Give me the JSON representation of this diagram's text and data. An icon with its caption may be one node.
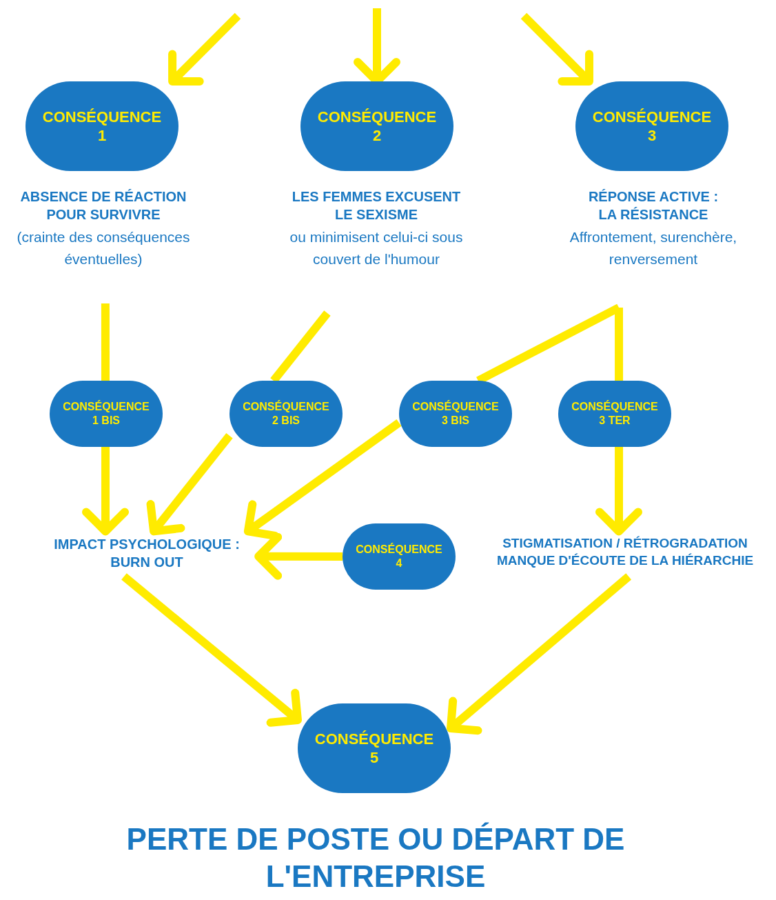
{
  "diagram": {
    "nodes": [
      {
        "text": [
          "CONSÉQUENCE",
          "1"
        ]
      },
      {
        "text": [
          "CONSÉQUENCE",
          "2"
        ]
      },
      {
        "text": [
          "CONSÉQUENCE",
          "3"
        ]
      },
      {
        "text": [
          "ABSENCE DE RÉACTION POUR SURVIVRE",
          "(crainte des conséquences éventuelles)"
        ]
      },
      {
        "text": [
          "LES FEMMES EXCUSENT LE SEXISME",
          "ou minimisent celui-ci sous couvert de l'humour"
        ]
      },
      {
        "text": [
          "RÉPONSE ACTIVE : LA RÉSISTANCE",
          "Affrontement, surenchère, renversement"
        ]
      },
      {
        "text": [
          "CONSÉQUENCE",
          "1 BIS"
        ]
      },
      {
        "text": [
          "CONSÉQUENCE",
          "2 BIS"
        ]
      },
      {
        "text": [
          "CONSÉQUENCE",
          "3 BIS"
        ]
      },
      {
        "text": [
          "CONSÉQUENCE",
          "3 TER"
        ]
      },
      {
        "text": [
          "IMPACT PSYCHOLOGIQUE : BURN OUT"
        ]
      },
      {
        "text": [
          "CONSÉQUENCE",
          "4"
        ]
      },
      {
        "text": [
          "STIGMATISATION / RÉTROGRADATION",
          "MANQUE D'ÉCOUTE DE LA HIÉRARCHIE"
        ]
      },
      {
        "text": [
          "CONSÉQUENCE",
          "5"
        ],
        "beside": [
          "PERTE DE POSTE OU DÉPART DE L'ENTREPRISE"
        ]
      }
    ],
    "edges": [
      {
        "from": null,
        "to": 0,
        "arrow": "to"
      },
      {
        "from": null,
        "to": 1,
        "arrow": "to"
      },
      {
        "from": null,
        "to": 2,
        "arrow": "to"
      },
      {
        "from": 3,
        "to": 6,
        "arrow": "none"
      },
      {
        "from": 6,
        "to": 10,
        "arrow": "to"
      },
      {
        "from": 4,
        "to": 7,
        "arrow": "none"
      },
      {
        "from": 7,
        "to": 10,
        "arrow": "to"
      },
      {
        "from": 5,
        "to": 8,
        "arrow": "none"
      },
      {
        "from": 8,
        "to": 10,
        "arrow": "to"
      },
      {
        "from": 5,
        "to": 9,
        "arrow": "none"
      },
      {
        "from": 9,
        "to": 12,
        "arrow": "to"
      },
      {
        "from": 11,
        "to": 10,
        "arrow": "to"
      },
      {
        "from": 10,
        "to": 13,
        "arrow": "to"
      },
      {
        "from": 12,
        "to": 13,
        "arrow": "to"
      }
    ]
  }
}
